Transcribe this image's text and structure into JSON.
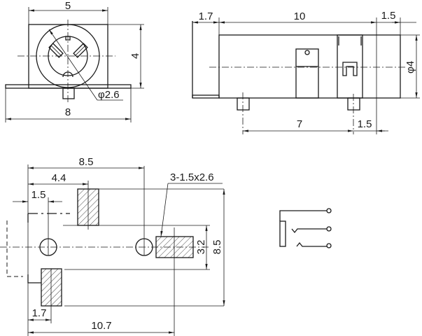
{
  "front_view": {
    "width": "5",
    "height": "4",
    "base_width": "8",
    "diameter": "φ2.6"
  },
  "side_view": {
    "cap": "1.7",
    "length": "10",
    "rear": "1.5",
    "diameter": "φ4",
    "pin_spacing": "7",
    "pin_offset": "1.5"
  },
  "footprint": {
    "dim_total": "8.5",
    "dim_pad1": "4.4",
    "dim_hole": "1.5",
    "pad_note": "3-1.5x2.6",
    "pad_height": "3.2",
    "height": "8.5",
    "pad3": "1.7",
    "total_length": "10.7"
  },
  "schematic": {
    "type": "3-pin jack switch"
  }
}
